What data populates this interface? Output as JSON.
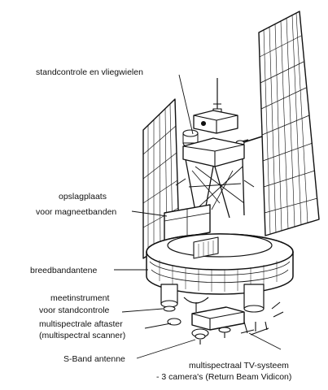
{
  "diagram": {
    "labels": {
      "standcontrole": "standcontrole en vliegwielen",
      "opslag_line1": "opslagplaats",
      "opslag_line2": "voor magneetbanden",
      "breedband": "breedbandantene",
      "meet_line1": "meetinstrument",
      "meet_line2": "voor standcontrole",
      "multi_line1": "multispectrale aftaster",
      "multi_line2": "(multispectral scanner)",
      "sband": "S-Band antenne",
      "tv_line1": "multispectraal TV-systeem",
      "tv_line2": "- 3 camera's (Return Beam Vidicon)"
    },
    "colors": {
      "ink": "#111111",
      "panel": "#ffffff"
    }
  }
}
